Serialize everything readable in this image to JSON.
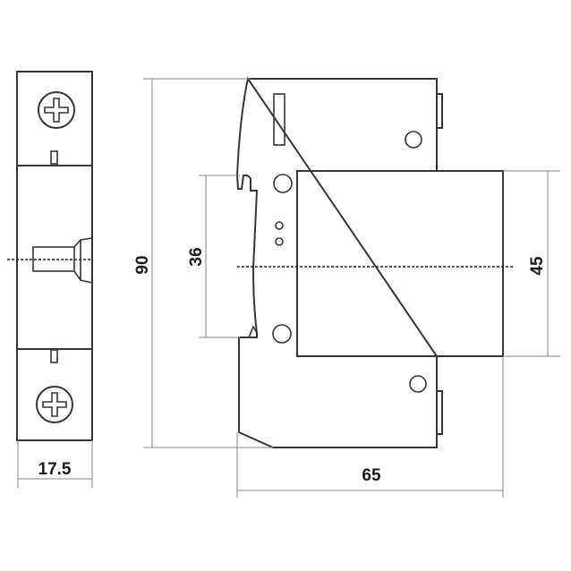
{
  "dimensions": {
    "width": "17.5",
    "height": "90",
    "rail_height": "36",
    "cover_height": "45",
    "depth": "65"
  },
  "colors": {
    "line": "#3a3534",
    "dimension_line": "#8a8685",
    "background": "#ffffff"
  }
}
